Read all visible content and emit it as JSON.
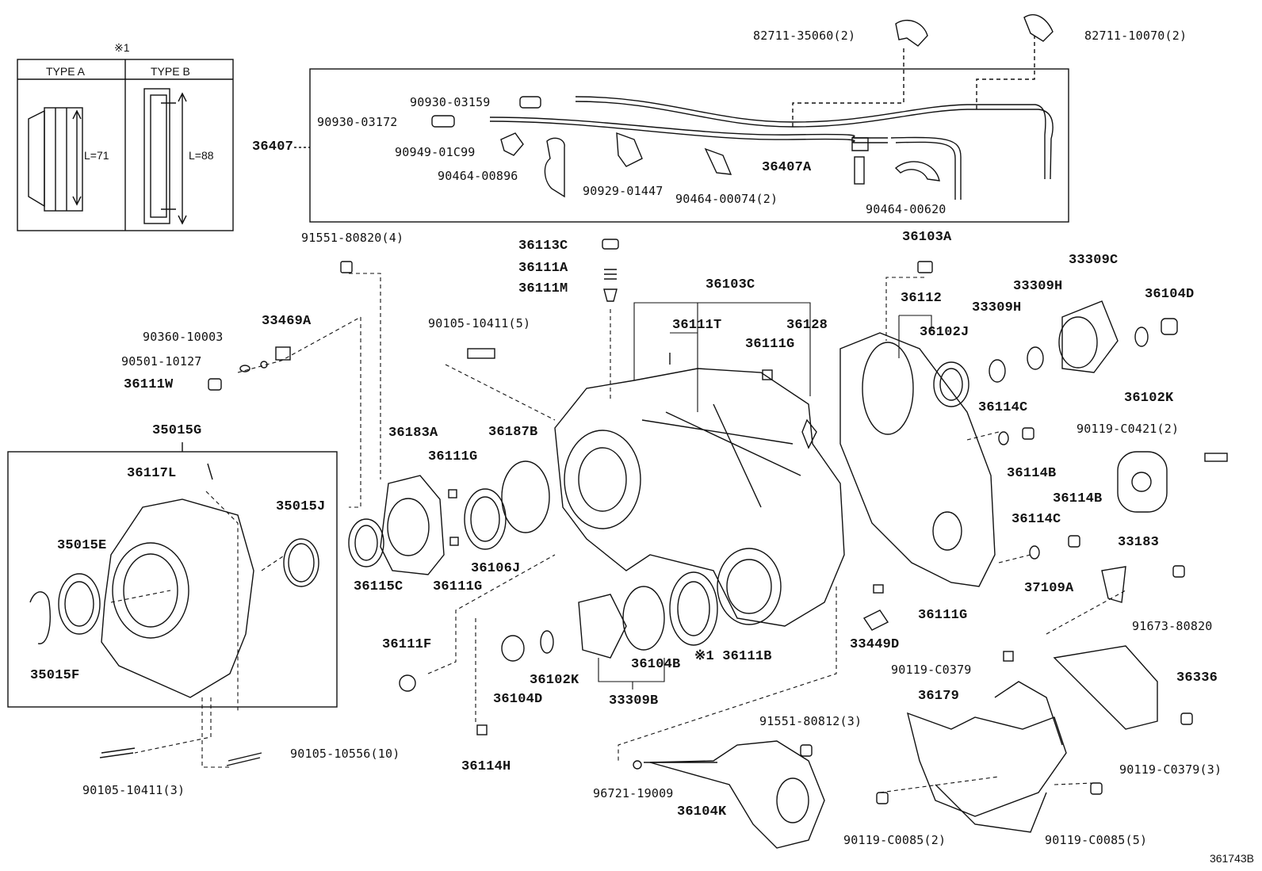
{
  "inset": {
    "marker": "※1",
    "type_a": "TYPE A",
    "type_b": "TYPE B",
    "len_a": "L=71",
    "len_b": "L=88"
  },
  "labels": {
    "p82711_35060": "82711-35060(2)",
    "p82711_10070": "82711-10070(2)",
    "p90930_03159": "90930-03159",
    "p90930_03172": "90930-03172",
    "p36407": "36407",
    "p90949_01C99": "90949-01C99",
    "p90464_00896": "90464-00896",
    "p90929_01447": "90929-01447",
    "p90464_00074": "90464-00074(2)",
    "p36407A": "36407A",
    "p90464_00620": "90464-00620",
    "p91551_80820": "91551-80820(4)",
    "p36113C": "36113C",
    "p36111A": "36111A",
    "p36111M": "36111M",
    "p36103C": "36103C",
    "p36103A": "36103A",
    "p36112": "36112",
    "p33309H_a": "33309H",
    "p33309H_b": "33309H",
    "p33309C": "33309C",
    "p36104D_top": "36104D",
    "p90360_10003": "90360-10003",
    "p33469A": "33469A",
    "p90105_10411_5": "90105-10411(5)",
    "p36111T": "36111T",
    "p36128": "36128",
    "p36111G_top": "36111G",
    "p36102J": "36102J",
    "p36102K_top": "36102K",
    "p90501_10127": "90501-10127",
    "p36111W": "36111W",
    "p36114C_a": "36114C",
    "p90119_C0421": "90119-C0421(2)",
    "p35015G": "35015G",
    "p36183A": "36183A",
    "p36187B": "36187B",
    "p36111G_mid": "36111G",
    "p36114B_a": "36114B",
    "p36117L": "36117L",
    "p35015J": "35015J",
    "p36114B_b": "36114B",
    "p36114C_b": "36114C",
    "p35015E": "35015E",
    "p33183": "33183",
    "p36115C": "36115C",
    "p36106J": "36106J",
    "p36111G_low": "36111G",
    "p37109A": "37109A",
    "p36111G_right": "36111G",
    "p91673_80820": "91673-80820",
    "p33449D": "33449D",
    "p36111F": "36111F",
    "p36104B": "36104B",
    "p36111B": "※1 36111B",
    "p90119_C0379_a": "90119-C0379",
    "p36336": "36336",
    "p35015F": "35015F",
    "p36102K_low": "36102K",
    "p36104D_low": "36104D",
    "p33309B": "33309B",
    "p36179": "36179",
    "p91551_80812": "91551-80812(3)",
    "p90119_C0379_b": "90119-C0379(3)",
    "p90105_10556": "90105-10556(10)",
    "p36114H": "36114H",
    "p90105_10411_3": "90105-10411(3)",
    "p96721_19009": "96721-19009",
    "p36104K": "36104K",
    "p90119_C0085_2": "90119-C0085(2)",
    "p90119_C0085_5": "90119-C0085(5)"
  },
  "ref": "361743B"
}
